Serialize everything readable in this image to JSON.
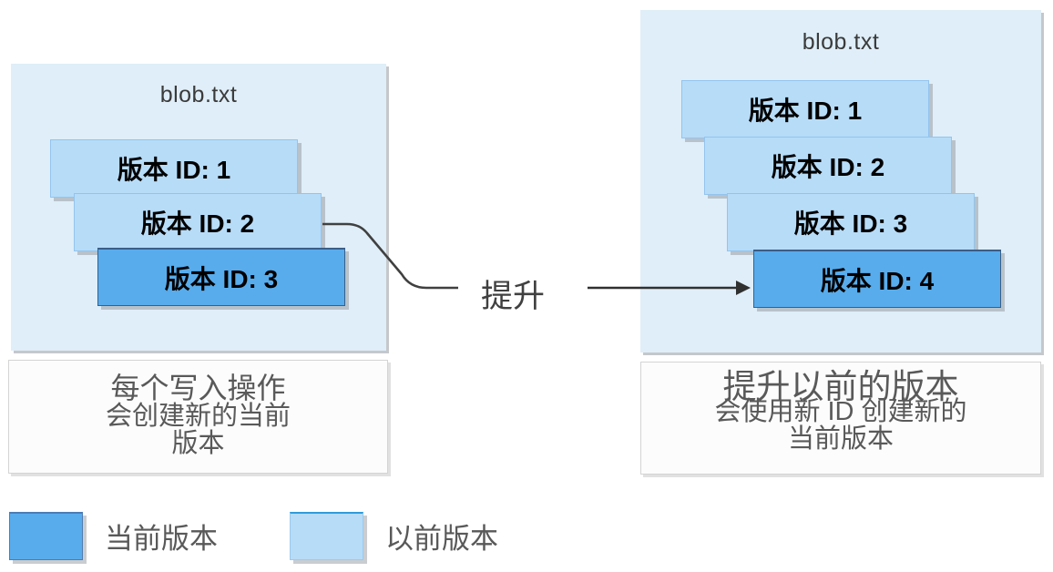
{
  "left_panel": {
    "title": "blob.txt",
    "cards": [
      {
        "label": "版本 ID: 1",
        "state": "previous"
      },
      {
        "label": "版本 ID: 2",
        "state": "previous"
      },
      {
        "label": "版本 ID: 3",
        "state": "current"
      }
    ],
    "caption": [
      "每个写入操作",
      "会创建新的当前",
      "版本"
    ]
  },
  "right_panel": {
    "title": "blob.txt",
    "cards": [
      {
        "label": "版本 ID: 1",
        "state": "previous"
      },
      {
        "label": "版本 ID: 2",
        "state": "previous"
      },
      {
        "label": "版本 ID: 3",
        "state": "previous"
      },
      {
        "label": "版本 ID: 4",
        "state": "current"
      }
    ],
    "caption": [
      "提升以前的版本",
      "会使用新 ID 创建新的",
      "当前版本"
    ]
  },
  "connector": {
    "label": "提升"
  },
  "legend": {
    "items": [
      {
        "label": "当前版本",
        "swatch": "current"
      },
      {
        "label": "以前版本",
        "swatch": "previous"
      }
    ]
  },
  "colors": {
    "current_version": "#58ACEC",
    "previous_version": "#B7DCF8",
    "panel_background": "#DFEEF8",
    "caption_text": "#595959",
    "line": "#404040"
  }
}
